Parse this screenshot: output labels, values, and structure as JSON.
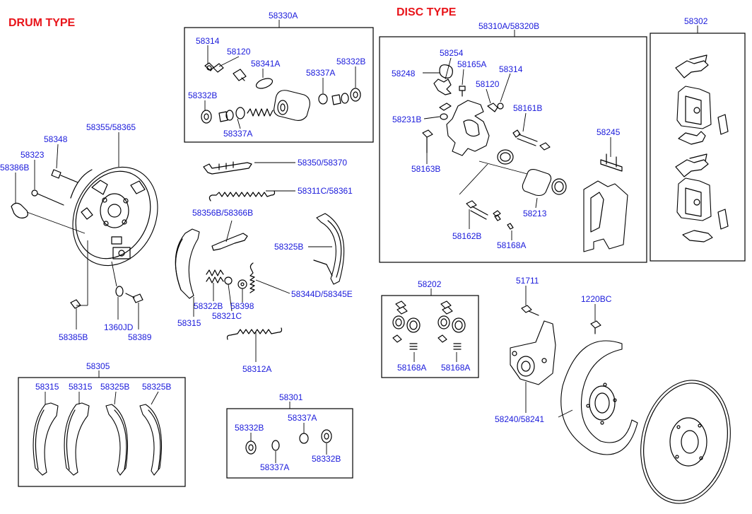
{
  "headings": {
    "drum_type": "DRUM TYPE",
    "disc_type": "DISC TYPE"
  },
  "colors": {
    "label": "#1a1adb",
    "heading": "#e8141a",
    "line": "#000000",
    "background": "#ffffff"
  },
  "labels": {
    "p58330A": "58330A",
    "p58314a": "58314",
    "p58120a": "58120",
    "p58341A": "58341A",
    "p58337Aa": "58337A",
    "p58332Ba": "58332B",
    "p58332Bb": "58332B",
    "p58337Ab": "58337A",
    "p58355": "58355/58365",
    "p58348": "58348",
    "p58323": "58323",
    "p58386B": "58386B",
    "p58385B": "58385B",
    "p1360JD": "1360JD",
    "p58389": "58389",
    "p58350": "58350/58370",
    "p58311C": "58311C/58361",
    "p58356B": "58356B/58366B",
    "p58325Ba": "58325B",
    "p58322B": "58322B",
    "p58398": "58398",
    "p58321C": "58321C",
    "p58344D": "58344D/58345E",
    "p58315a": "58315",
    "p58312A": "58312A",
    "p58305": "58305",
    "p58315b": "58315",
    "p58315c": "58315",
    "p58325Bb": "58325B",
    "p58325Bc": "58325B",
    "p58301": "58301",
    "p58332Bc": "58332B",
    "p58337Ac": "58337A",
    "p58337Ad": "58337A",
    "p58332Bd": "58332B",
    "p58310A": "58310A/58320B",
    "p58254": "58254",
    "p58248": "58248",
    "p58165A": "58165A",
    "p58314b": "58314",
    "p58120b": "58120",
    "p58161B": "58161B",
    "p58231B": "58231B",
    "p58245": "58245",
    "p58163B": "58163B",
    "p58213": "58213",
    "p58162B": "58162B",
    "p58168Aa": "58168A",
    "p58302": "58302",
    "p58202": "58202",
    "p58168Ab": "58168A",
    "p58168Ac": "58168A",
    "p51711": "51711",
    "p1220BC": "1220BC",
    "p58240": "58240/58241"
  }
}
